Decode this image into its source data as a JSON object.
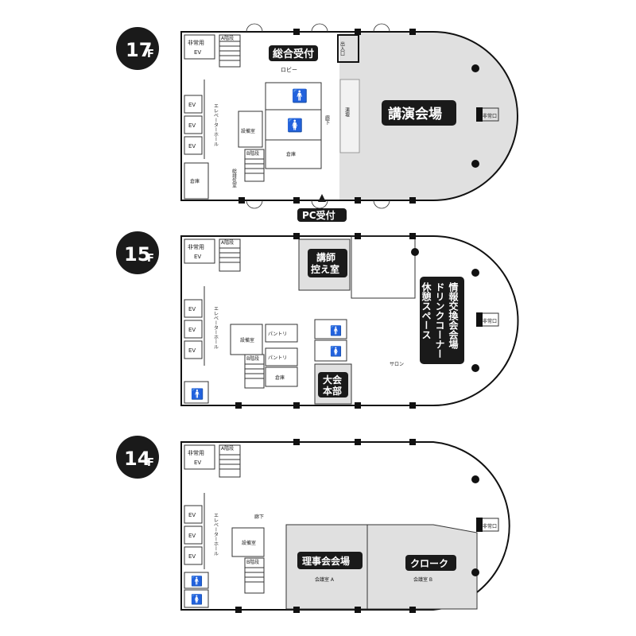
{
  "floors": [
    {
      "id": "17F",
      "badge": "17F",
      "badge_main": "17",
      "badge_sub": "F",
      "labels": {
        "emergency_ev": [
          "非常用",
          "EV"
        ],
        "stairs_a": "A階段",
        "stairs_b": "B階段",
        "ev": [
          "EV",
          "EV",
          "EV"
        ],
        "ev_hall": "エレベーターホール",
        "storage_left": "倉庫",
        "equipment_room": "設備室",
        "storage_center": "倉庫",
        "corridor": "廊下",
        "exhaust": "総排気室",
        "reception": "総合受付",
        "lobby": "ロビー",
        "exit": "出入口",
        "podium": "演壇",
        "lecture_hall": "講演会場",
        "emergency_exit": "非常口",
        "pc_reception": "PC受付"
      }
    },
    {
      "id": "15F",
      "badge": "15F",
      "badge_main": "15",
      "badge_sub": "F",
      "labels": {
        "emergency_ev": [
          "非常用",
          "EV"
        ],
        "stairs_a": "A階段",
        "stairs_b": "B階段",
        "ev": [
          "EV",
          "EV",
          "EV"
        ],
        "ev_hall": "エレベーターホール",
        "equipment_room": "設備室",
        "pantry_1": "パントリ",
        "pantry_2": "パントリ",
        "storage": "倉庫",
        "speaker_room": [
          "講師",
          "控え室"
        ],
        "hq": [
          "大会",
          "本部"
        ],
        "salon": "サロン",
        "exchange": [
          "情報交換会会場",
          "ドリンクコーナー",
          "休憩スペース"
        ],
        "emergency_exit": "非常口"
      }
    },
    {
      "id": "14F",
      "badge": "14F",
      "badge_main": "14",
      "badge_sub": "F",
      "labels": {
        "emergency_ev": [
          "非常用",
          "EV"
        ],
        "stairs_a": "A階段",
        "stairs_b": "B階段",
        "ev": [
          "EV",
          "EV",
          "EV"
        ],
        "ev_hall": "エレベーターホール",
        "equipment_room": "設備室",
        "corridor": "廊下",
        "board_meeting": "理事会会場",
        "room_a": "会議室 A",
        "cloakroom": "クローク",
        "room_b": "会議室 B",
        "emergency_exit": "非常口"
      }
    }
  ],
  "colors": {
    "hall_fill": "#e0e0e0",
    "label_bg": "#1a1a1a",
    "badge_bg": "#1a1a1a",
    "wall": "#111111"
  }
}
